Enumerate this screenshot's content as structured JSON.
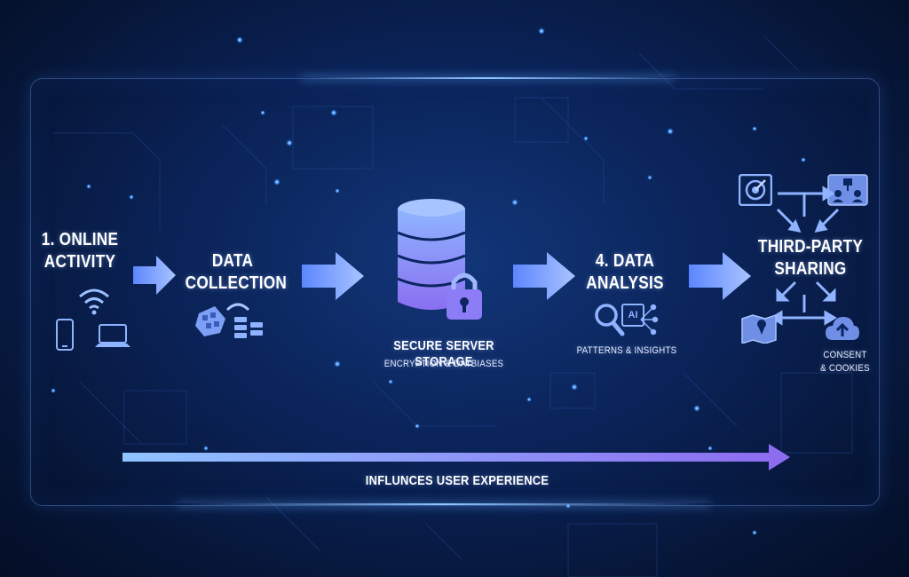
{
  "steps": {
    "online_activity": "1. ONLINE\nACTIVITY",
    "data_collection": "DATA\nCOLLECTION",
    "storage_title": "SECURE SERVER STORAGE",
    "storage_sub": "ENCRYPTION & DATBIASES",
    "analysis_title": "4. DATA\nANALYSIS",
    "analysis_sub": "PATTERNS & INSIGHTS",
    "sharing_title": "THIRD-PARTY\nSHARING",
    "sharing_sub": "CONSENT\n& COOKIES"
  },
  "footer": {
    "experience": "INFLUNCES USER EXPERIENCE"
  },
  "ai_badge": "AI",
  "colors": {
    "arrow": "#7fa6ff",
    "accent": "#8f7bff",
    "icon": "#8fb3ff"
  },
  "icons": [
    "smartphone-icon",
    "wifi-icon",
    "laptop-icon",
    "data-collect-icon",
    "database-icon",
    "lock-icon",
    "magnifier-icon",
    "ai-chip-icon",
    "target-icon",
    "team-icon",
    "map-icon",
    "cloud-upload-icon"
  ]
}
